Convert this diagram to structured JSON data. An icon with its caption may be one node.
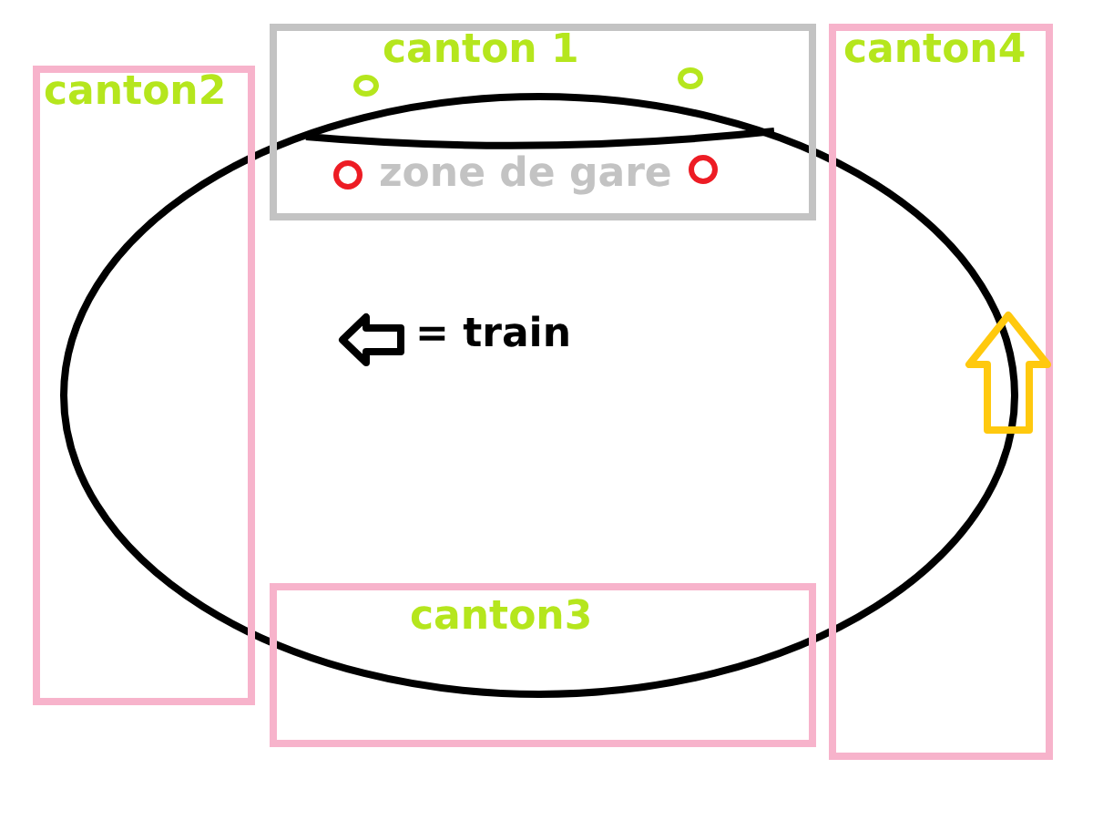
{
  "diagram": {
    "nodes": [
      {
        "text": [
          "canton2"
        ]
      },
      {
        "text": [
          "canton 1",
          "zone de gare"
        ]
      },
      {
        "text": [
          "canton4"
        ]
      },
      {
        "text": [
          "canton3"
        ]
      }
    ],
    "legend": [
      {
        "text": "= train"
      }
    ]
  }
}
